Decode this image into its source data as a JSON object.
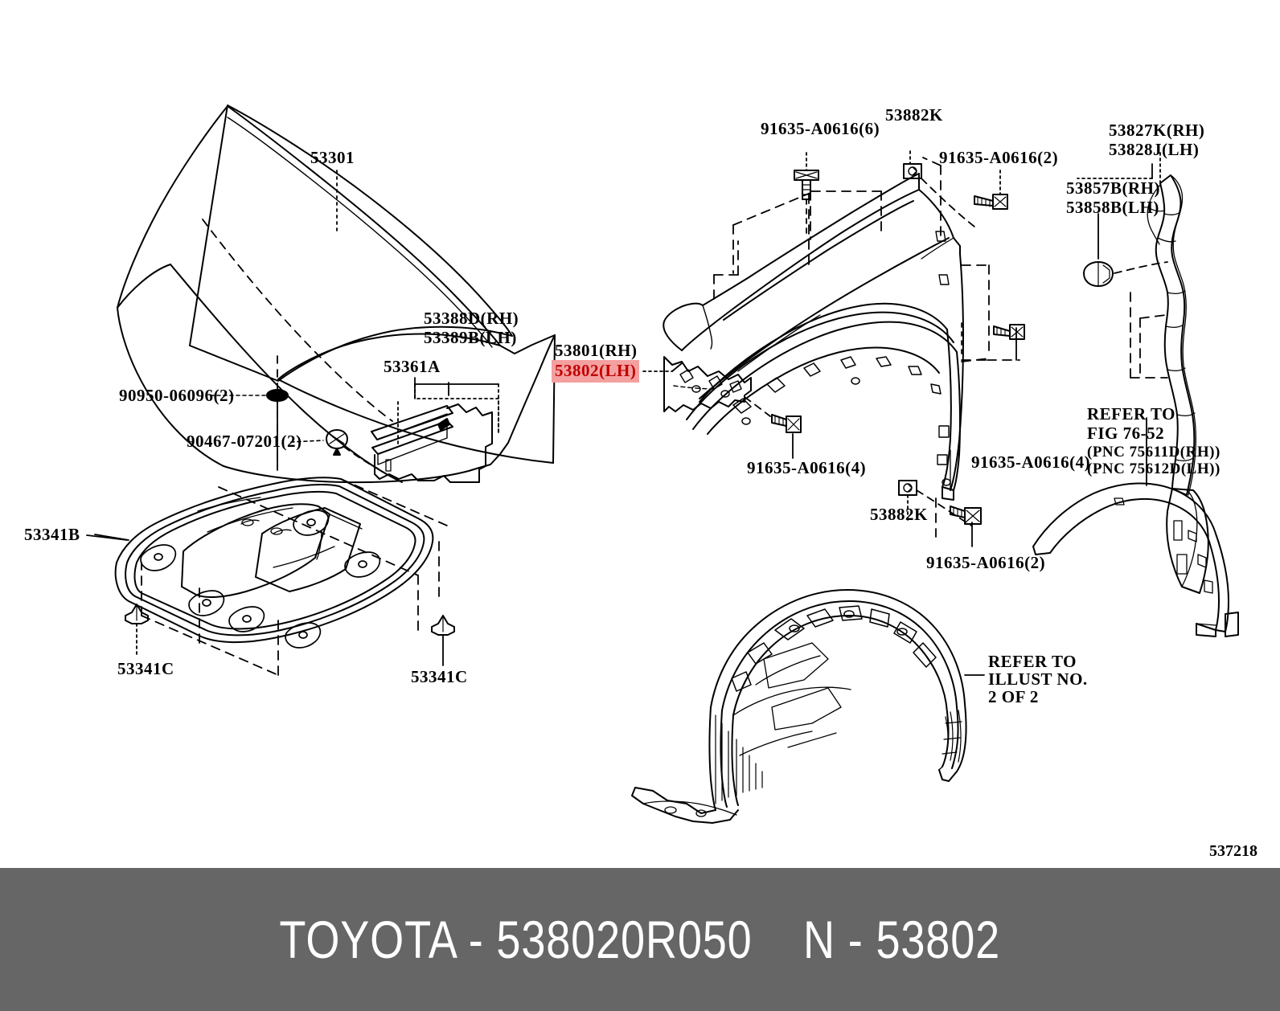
{
  "diagram": {
    "number": "537218",
    "banner_text": "TOYOTA - 538020R050    N - 53802",
    "banner_bg": "#666666",
    "banner_fg": "#ffffff",
    "highlight_bg": "#f4a0a0",
    "highlight_fg": "#c00000"
  },
  "labels": {
    "hood": "53301",
    "hood_seal_clip": "90950-06096(2)",
    "hood_bumper": "90467-07201(2)",
    "cowl_seal_rh": "53388D(RH)",
    "cowl_seal_lh": "53389B(LH)",
    "hood_to_cowl_seal": "53361A",
    "hood_insulator": "53341B",
    "hood_insulator_clip_left": "53341C",
    "hood_insulator_clip_right": "53341C",
    "bolt_top_6": "91635-A0616(6)",
    "clip_top": "53882K",
    "bolt_top_right_2": "91635-A0616(2)",
    "fender_rh": "53801(RH)",
    "fender_lh": "53802(LH)",
    "bolt_right_4": "91635-A0616(4)",
    "bolt_left_4": "91635-A0616(4)",
    "clip_bottom": "53882K",
    "bolt_bottom_2": "91635-A0616(2)",
    "apron_seal_rh": "53827K(RH)",
    "apron_seal_lh": "53828J(LH)",
    "retainer_rh": "53857B(RH)",
    "retainer_lh": "53858B(LH)",
    "refer_fig_line1": "REFER TO",
    "refer_fig_line2": "FIG 76-52",
    "refer_fig_line3": "(PNC 75611D(RH))",
    "refer_fig_line4": "(PNC 75612D(LH))",
    "refer_illust_line1": "REFER TO",
    "refer_illust_line2": "ILLUST NO.",
    "refer_illust_line3": "2 OF 2"
  }
}
